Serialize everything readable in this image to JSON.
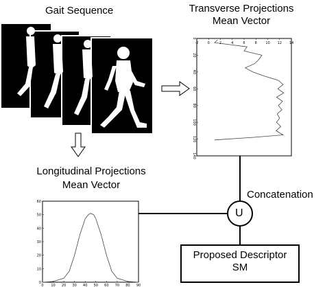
{
  "title_gait": "Gait Sequence",
  "title_transverse_line1": "Transverse Projections",
  "title_transverse_line2": "Mean Vector",
  "title_longitudinal_line1": "Longitudinal Projections",
  "title_longitudinal_line2": "Mean Vector",
  "concatenation_label": "Concatenation",
  "union_symbol": "U",
  "descriptor_line1": "Proposed Descriptor",
  "descriptor_line2": "SM",
  "transverse_plot": {
    "x_ticks": [
      "-2",
      "0",
      "2",
      "4",
      "6",
      "8",
      "10",
      "12",
      "14"
    ],
    "y_ticks": [
      "0",
      "20",
      "40",
      "60",
      "80",
      "100",
      "120",
      "140"
    ]
  },
  "longitudinal_plot": {
    "y_ticks": [
      "0",
      "10",
      "20",
      "30",
      "40",
      "50",
      "60"
    ],
    "x_ticks": [
      "0",
      "10",
      "20",
      "30",
      "40",
      "50",
      "60",
      "70",
      "80",
      "90"
    ]
  },
  "chart_data": [
    {
      "type": "line",
      "title": "Transverse Projections Mean Vector",
      "orientation": "vertical",
      "ylim": [
        0,
        140
      ],
      "xlim": [
        -2,
        14
      ],
      "y": [
        2,
        5,
        10,
        15,
        20,
        25,
        30,
        35,
        40,
        45,
        50,
        55,
        60,
        65,
        70,
        75,
        80,
        85,
        90,
        95,
        100,
        105,
        110,
        115,
        118,
        121
      ],
      "x": [
        1.5,
        1.0,
        6.5,
        6.0,
        9.0,
        8.5,
        7.8,
        6.2,
        7.5,
        9.5,
        11.8,
        12.6,
        11.7,
        12.7,
        11.5,
        12.5,
        11.8,
        12.4,
        11.6,
        12.0,
        11.5,
        12.2,
        11.4,
        12.6,
        7.5,
        1.0
      ]
    },
    {
      "type": "line",
      "title": "Longitudinal Projections Mean Vector",
      "xlim": [
        0,
        90
      ],
      "ylim": [
        0,
        60
      ],
      "x": [
        0,
        10,
        20,
        25,
        30,
        35,
        40,
        43,
        45,
        48,
        50,
        55,
        60,
        65,
        70,
        80,
        90
      ],
      "y": [
        0,
        0.5,
        3,
        8,
        20,
        35,
        47,
        50,
        51,
        50,
        47,
        35,
        20,
        8,
        3,
        0.5,
        0
      ]
    }
  ]
}
